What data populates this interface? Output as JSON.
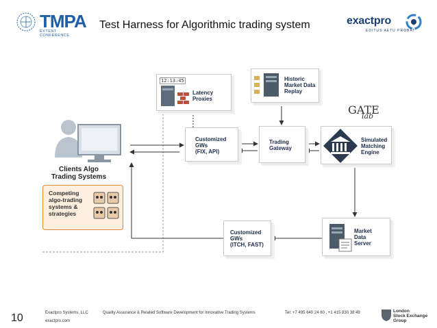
{
  "header": {
    "logo_text": "TMPA",
    "logo_subtitle": "EXTENT CONFERENCE",
    "title": "Test Harness for Algorithmic trading system",
    "brand_name": "exactpro",
    "brand_tagline": "EDITUS AETU PROBAT"
  },
  "diagram": {
    "clients_label": "Clients Algo\nTrading Systems",
    "algo_label": "Competing\nalgo-trading\nsystems &\nstrategies",
    "latency_ticker": "12:13:45",
    "latency_label": "Latency\nProxies",
    "replay_label": "Historic\nMarket Data\nReplay",
    "gw_fix_label": "Customized\nGWs\n(FIX, API)",
    "trading_gw_label": "Trading\nGateway",
    "matching_label": "Simulated\nMatching\nEngine",
    "gate_logo": "GATE",
    "gate_lab": "lab",
    "market_data_label": "Market\nData\nServer",
    "gw_itch_label": "Customized\nGWs\n(ITCH, FAST)"
  },
  "footer": {
    "page_number": "10",
    "company": "Exactpro Systems, LLC",
    "site": "exactpro.com",
    "description": "Quality Assurance & Related Software Development for Innovative Trading Systems",
    "tel": "Tel: +7 495 640 24 60 ,  +1 415 830 38 49",
    "lse_name": "London\nStock Exchange Group",
    "lse_sub": ""
  },
  "colors": {
    "brand_blue": "#1f5fa8",
    "navy": "#1a3f73",
    "accent_orange": "#e08a3a",
    "line": "#333333",
    "dashed": "#9a9a9a"
  }
}
